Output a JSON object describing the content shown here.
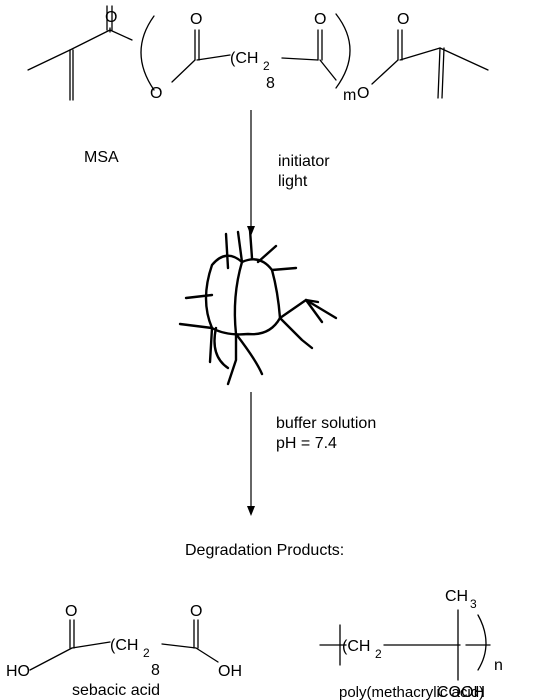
{
  "monomer": {
    "name": "MSA",
    "atom_O": "O",
    "ch2": "(CH",
    "ch2_sub": "2",
    "count": "8",
    "repeat": "m"
  },
  "step1": {
    "line1": "initiator",
    "line2": "light"
  },
  "step2": {
    "line1": "buffer solution",
    "line2": "pH = 7.4"
  },
  "products_heading": "Degradation Products:",
  "sebacic": {
    "name": "sebacic acid",
    "atom_O": "O",
    "left_end": "HO",
    "right_end": "OH",
    "ch2": "(CH",
    "ch2_sub": "2",
    "count": "8"
  },
  "pma": {
    "name": "poly(methacrylic acid)",
    "ch2": "(CH",
    "ch2_sub": "2",
    "ch3": "CH",
    "ch3_sub": "3",
    "cooh": "COOH",
    "repeat": "n"
  }
}
